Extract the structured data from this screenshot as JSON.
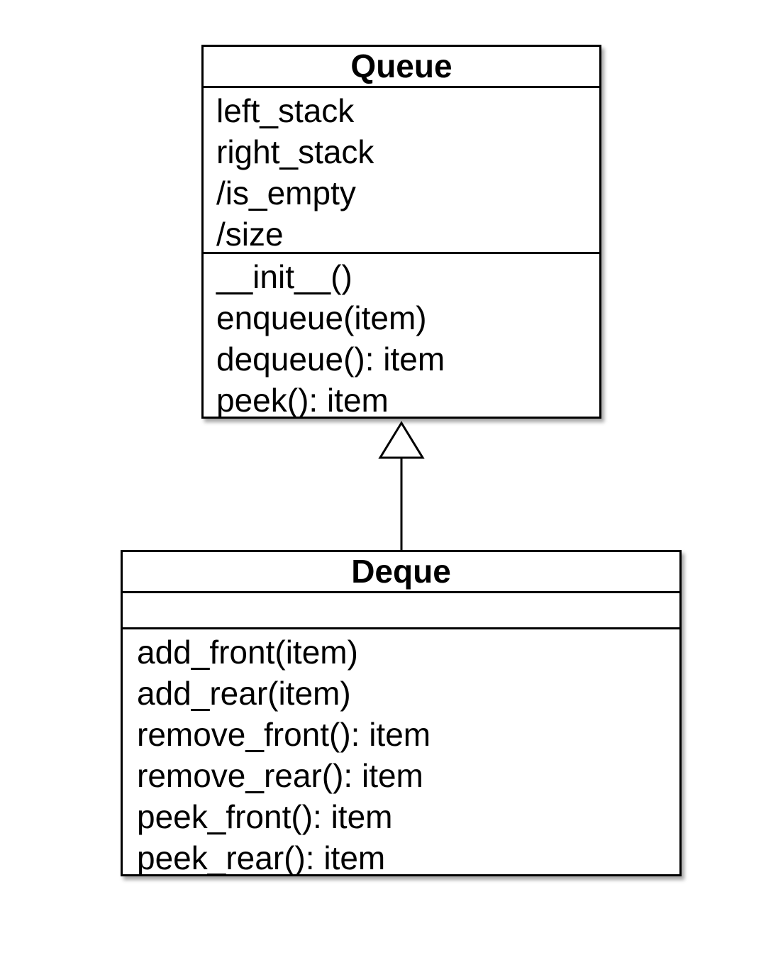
{
  "diagram": {
    "type": "uml-class-diagram",
    "classes": [
      {
        "name": "Queue",
        "attributes": [
          "left_stack",
          "right_stack",
          "/is_empty",
          "/size"
        ],
        "operations": [
          "__init__()",
          "enqueue(item)",
          "dequeue(): item",
          "peek(): item"
        ]
      },
      {
        "name": "Deque",
        "attributes": [],
        "operations": [
          "add_front(item)",
          "add_rear(item)",
          "remove_front(): item",
          "remove_rear(): item",
          "peek_front(): item",
          "peek_rear(): item"
        ]
      }
    ],
    "relationships": [
      {
        "type": "generalization",
        "from": "Deque",
        "to": "Queue"
      }
    ]
  }
}
